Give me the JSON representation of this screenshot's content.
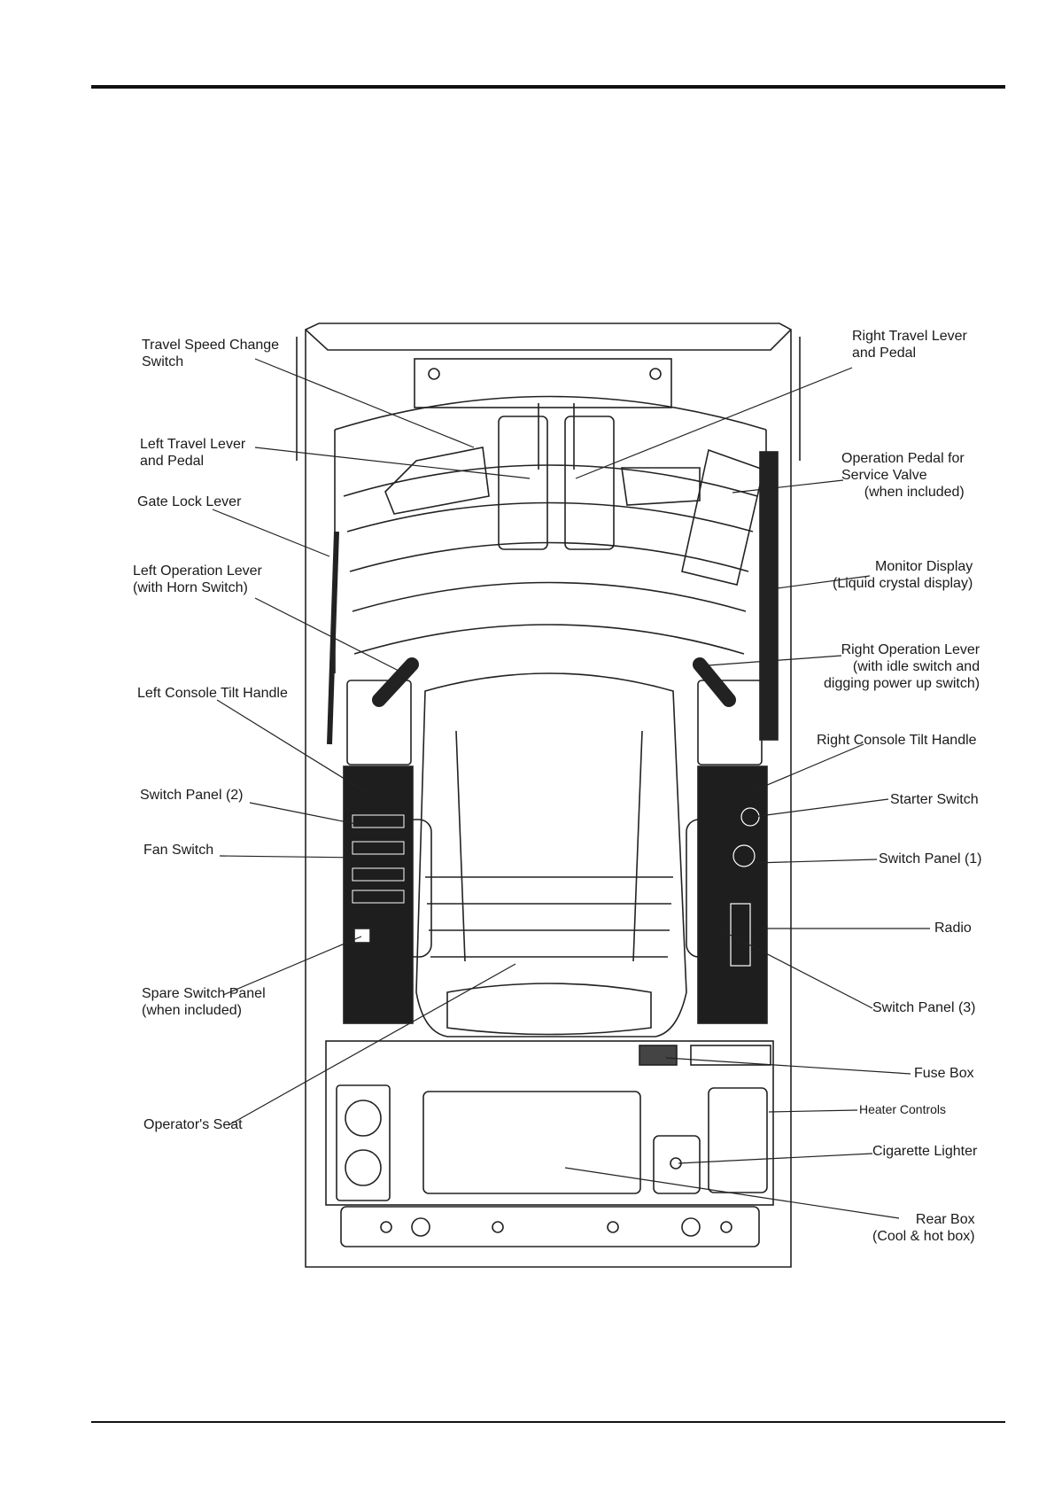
{
  "labels": {
    "travel_speed_change_switch": [
      "Travel Speed Change",
      "Switch"
    ],
    "left_travel_lever": [
      "Left Travel Lever",
      "and Pedal"
    ],
    "gate_lock_lever": [
      "Gate Lock Lever"
    ],
    "left_operation_lever": [
      "Left Operation Lever",
      "(with Horn Switch)"
    ],
    "left_console_tilt_handle": [
      "Left Console Tilt Handle"
    ],
    "switch_panel_2": [
      "Switch Panel (2)"
    ],
    "fan_switch": [
      "Fan Switch"
    ],
    "spare_switch_panel": [
      "Spare Switch Panel",
      "(when included)"
    ],
    "operators_seat": [
      "Operator's Seat"
    ],
    "right_travel_lever": [
      "Right Travel Lever",
      "and Pedal"
    ],
    "operation_pedal_service_valve": [
      "Operation Pedal for",
      "Service Valve",
      "(when included)"
    ],
    "monitor_display": [
      "Monitor Display",
      "(Liquid crystal display)"
    ],
    "right_operation_lever": [
      "Right Operation Lever",
      "(with idle switch and",
      "digging power up switch)"
    ],
    "right_console_tilt_handle": [
      "Right Console Tilt Handle"
    ],
    "starter_switch": [
      "Starter Switch"
    ],
    "switch_panel_1": [
      "Switch Panel (1)"
    ],
    "radio": [
      "Radio"
    ],
    "switch_panel_3": [
      "Switch Panel (3)"
    ],
    "fuse_box": [
      "Fuse Box"
    ],
    "heater_controls": [
      "Heater Controls"
    ],
    "cigarette_lighter": [
      "Cigarette Lighter"
    ],
    "rear_box": [
      "Rear Box",
      "(Cool & hot box)"
    ]
  }
}
